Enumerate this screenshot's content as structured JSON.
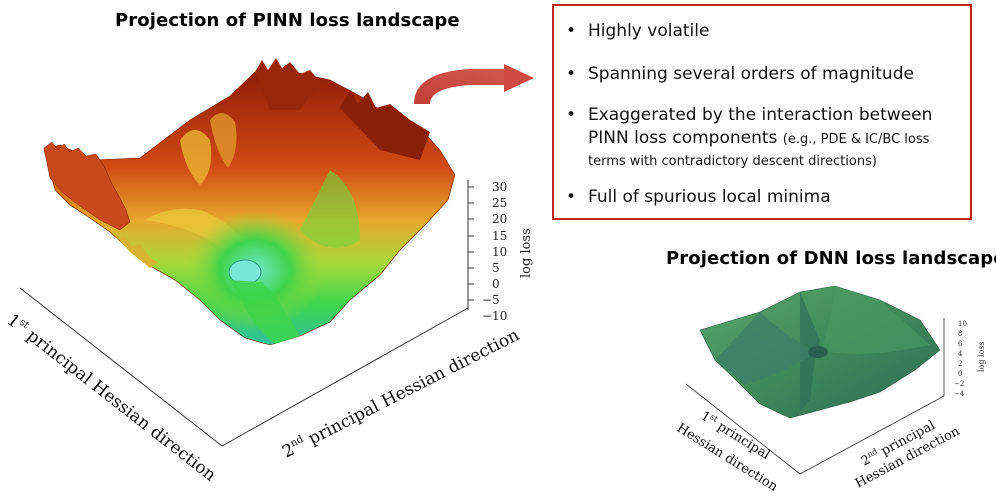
{
  "pinn": {
    "title": "Projection of PINN loss landscape",
    "zlabel": "log loss",
    "zticks": [
      "30",
      "25",
      "20",
      "15",
      "10",
      "5",
      "0",
      "−5",
      "−10"
    ],
    "axis1_sup": "st",
    "axis1_label": "principal Hessian direction",
    "axis1_num": "1",
    "axis2_sup": "nd",
    "axis2_label": "principal Hessian direction",
    "axis2_num": "2"
  },
  "dnn": {
    "title": "Projection of DNN loss landscape",
    "zlabel": "log loss",
    "zticks": [
      "10",
      "8",
      "6",
      "4",
      "2",
      "0",
      "−2",
      "−4"
    ],
    "axis1_num": "1",
    "axis1_sup": "st",
    "axis1_line1": "principal",
    "axis1_line2": "Hessian direction",
    "axis2_num": "2",
    "axis2_sup": "nd",
    "axis2_line1": "principal",
    "axis2_line2": "Hessian direction"
  },
  "bullets": {
    "b1": "Highly volatile",
    "b2": "Spanning several orders of magnitude",
    "b3_line1": "Exaggerated by the interaction between",
    "b3_line2a": "PINN loss components ",
    "b3_line2b": "(e.g., PDE & IC/BC loss",
    "b3_line3": "terms with contradictory descent directions)",
    "b4": "Full of spurious local minima",
    "bullet_char": "•"
  },
  "colors": {
    "box_border": "#c0271f",
    "arrow": "#c9473f",
    "pinn_high": "#b8320c",
    "pinn_mid": "#e9b02a",
    "pinn_low": "#3fd44a",
    "dnn_surface": "#3f8a5a"
  }
}
